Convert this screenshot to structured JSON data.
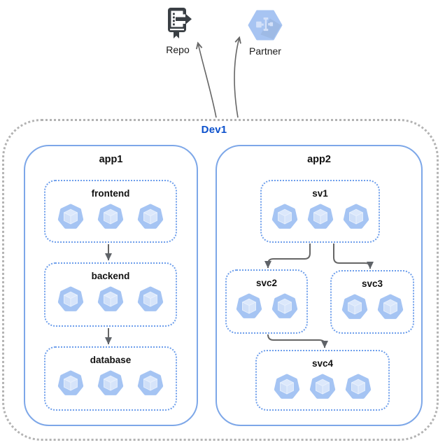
{
  "diagram": {
    "external_nodes": [
      {
        "id": "repo",
        "label": "Repo",
        "icon": "source-repo-icon"
      },
      {
        "id": "partner",
        "label": "Partner",
        "icon": "partner-hexagon-icon"
      }
    ],
    "environment": {
      "label": "Dev1",
      "apps": [
        {
          "label": "app1",
          "services": [
            {
              "label": "frontend",
              "pod_count": 3
            },
            {
              "label": "backend",
              "pod_count": 3
            },
            {
              "label": "database",
              "pod_count": 3
            }
          ]
        },
        {
          "label": "app2",
          "services": [
            {
              "label": "sv1",
              "pod_count": 3
            },
            {
              "label": "svc2",
              "pod_count": 2
            },
            {
              "label": "svc3",
              "pod_count": 2
            },
            {
              "label": "svc4",
              "pod_count": 3
            }
          ]
        }
      ]
    },
    "connections": [
      {
        "from": "frontend",
        "to": "backend"
      },
      {
        "from": "backend",
        "to": "database"
      },
      {
        "from": "sv1",
        "to": "svc2"
      },
      {
        "from": "sv1",
        "to": "svc3"
      },
      {
        "from": "svc2",
        "to": "svc4"
      },
      {
        "from": "Dev1",
        "to": "Repo"
      },
      {
        "from": "Dev1",
        "to": "Partner"
      }
    ],
    "colors": {
      "env_label": "#0b50cc",
      "outer_border": "#b3b3b3",
      "app_border": "#7da7e8",
      "service_border": "#6d9eeb",
      "pod_fill": "#a5c4f3",
      "connector": "#666666",
      "repo_icon": "#3a3f44"
    }
  }
}
